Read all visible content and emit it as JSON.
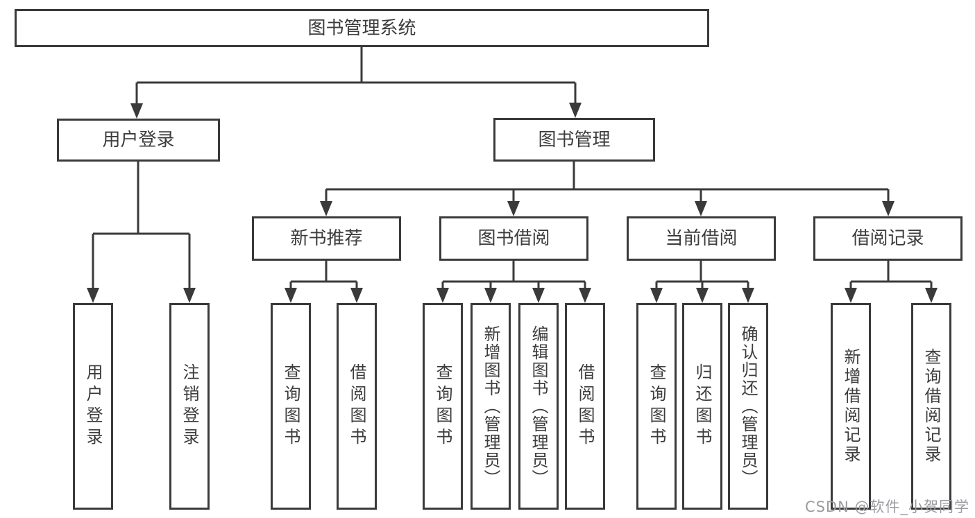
{
  "nodes": {
    "root": "图书管理系统",
    "user_login": "用户登录",
    "book_management": "图书管理",
    "new_book_recommend": "新书推荐",
    "book_borrowing": "图书借阅",
    "current_borrowing": "当前借阅",
    "borrowing_records": "借阅记录",
    "leaf_user_login": "用户登录",
    "leaf_logout": "注销登录",
    "leaf_query_books_recommend": "查询图书",
    "leaf_borrow_books_recommend": "借阅图书",
    "leaf_query_books_borrowing": "查询图书",
    "leaf_add_books_admin": "新增图书（管理员）",
    "leaf_edit_books_admin": "编辑图书（管理员）",
    "leaf_borrow_books_borrowing": "借阅图书",
    "leaf_query_books_current": "查询图书",
    "leaf_return_books": "归还图书",
    "leaf_confirm_return_admin": "确认归还（管理员）",
    "leaf_add_borrow_record": "新增借阅记录",
    "leaf_query_borrow_record": "查询借阅记录"
  },
  "watermark": "CSDN @软件_小贺同学",
  "colors": {
    "line": "#3a3a3a",
    "text": "#3c3c3c",
    "watermark": "#9b9ba0",
    "background": "#ffffff"
  }
}
